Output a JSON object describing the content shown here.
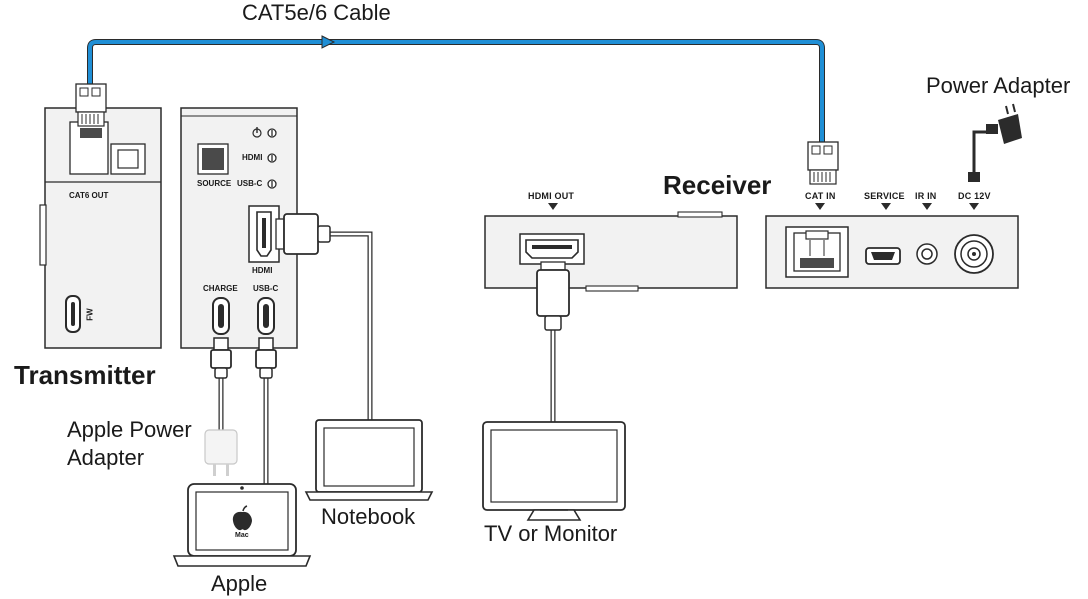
{
  "labels": {
    "cable": "CAT5e/6 Cable",
    "power_adapter": "Power Adapter",
    "receiver": "Receiver",
    "transmitter": "Transmitter",
    "apple_power_adapter_line1": "Apple Power",
    "apple_power_adapter_line2": "Adapter",
    "notebook": "Notebook",
    "tv_monitor": "TV or Monitor",
    "apple": "Apple"
  },
  "transmitter_ports": {
    "cat6_out": "CAT6 OUT",
    "fw": "FW",
    "hdmi_led": "HDMI",
    "source": "SOURCE",
    "usbc_led": "USB-C",
    "hdmi": "HDMI",
    "charge": "CHARGE",
    "usbc": "USB-C"
  },
  "receiver_ports": {
    "hdmi_out": "HDMI OUT",
    "cat_in": "CAT IN",
    "service": "SERVICE",
    "ir_in": "IR IN",
    "dc_12v": "DC 12V"
  },
  "apple_screen": "Mac",
  "colors": {
    "cable": "#1f8fd6",
    "outline": "#2b2b2b",
    "device_fill": "#f2f2f2"
  }
}
